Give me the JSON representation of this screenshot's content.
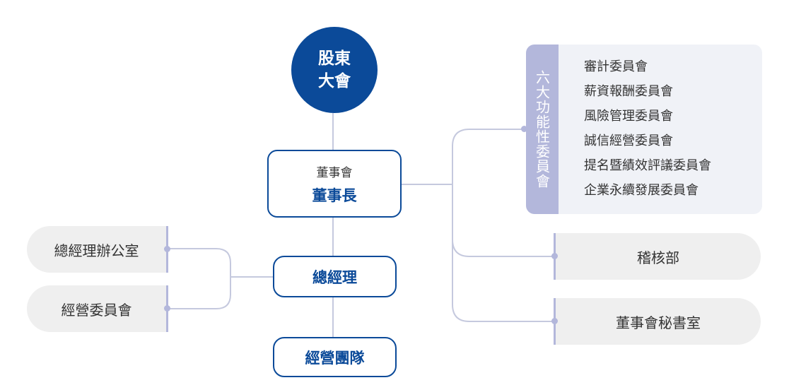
{
  "shareholders": {
    "line1": "股東",
    "line2": "大會"
  },
  "board": {
    "sub": "董事會",
    "main": "董事長"
  },
  "general_manager": "總經理",
  "management_team": "經營團隊",
  "left_units": [
    "總經理辦公室",
    "經營委員會"
  ],
  "functional_committees": {
    "title": "六大功能性委員會",
    "items": [
      "審計委員會",
      "薪資報酬委員會",
      "風險管理委員會",
      "誠信經營委員會",
      "提名暨績效評議委員會",
      "企業永續發展委員會"
    ]
  },
  "right_units": [
    "稽核部",
    "董事會秘書室"
  ],
  "colors": {
    "primary": "#0b4a99",
    "accent": "#b3b7db",
    "pill": "#efefef",
    "panel": "#f0f2f7"
  }
}
